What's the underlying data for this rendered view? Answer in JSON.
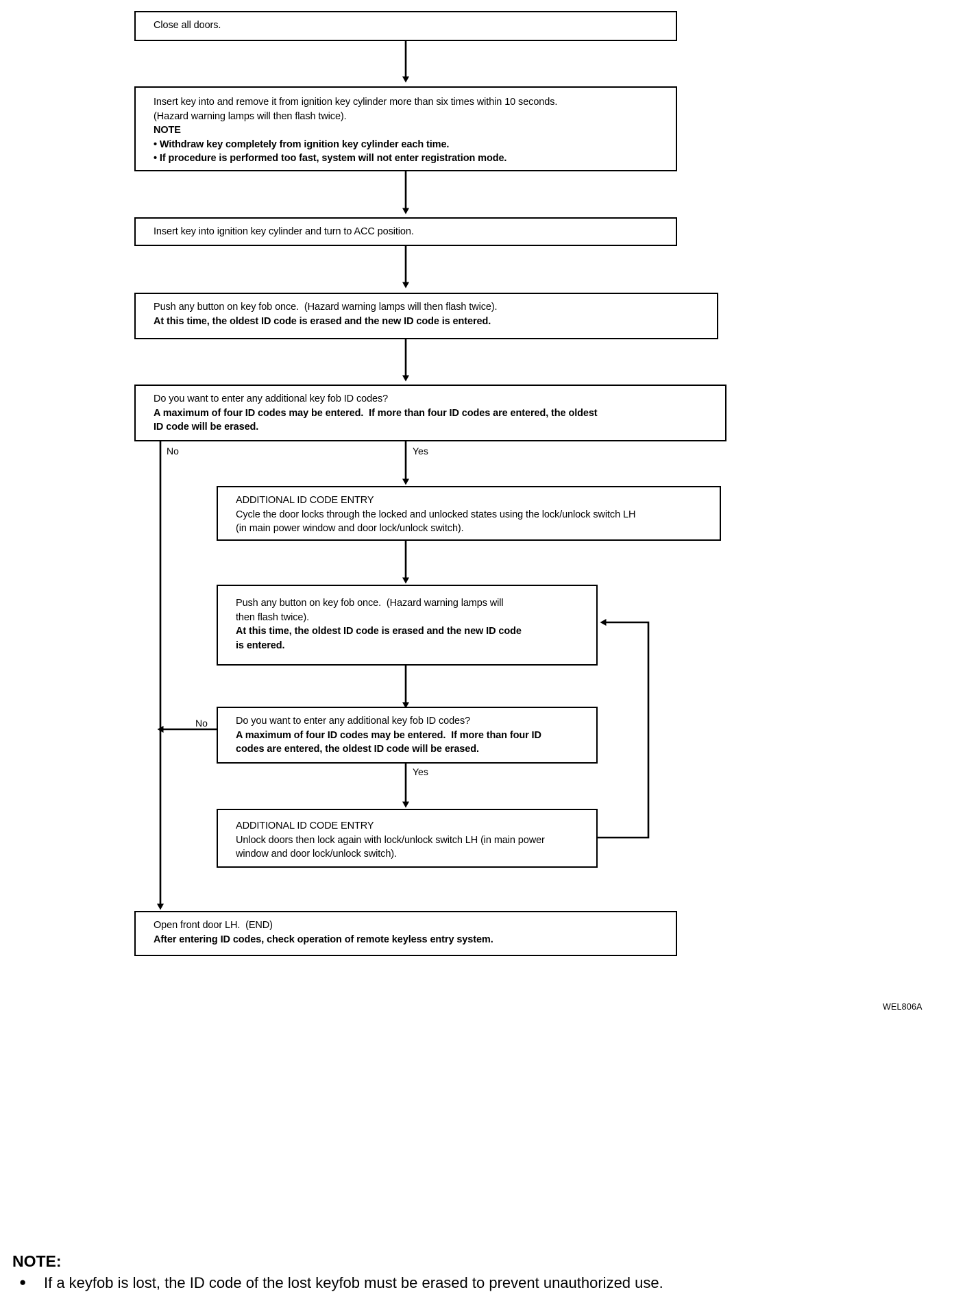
{
  "diagram": {
    "figure_code": "WEL806A",
    "nodes": [
      {
        "id": "close-doors",
        "lines": [
          {
            "text": "Close all doors.",
            "bold": false
          }
        ]
      },
      {
        "id": "insert-remove-key",
        "lines": [
          {
            "text": "Insert key into and remove it from ignition key cylinder more than six times within 10 seconds.",
            "bold": false
          },
          {
            "text": "(Hazard warning lamps will then flash twice).",
            "bold": false
          },
          {
            "text": "NOTE",
            "bold": true
          },
          {
            "text": "• Withdraw key completely from ignition key cylinder each time.",
            "bold": true
          },
          {
            "text": "• If procedure is performed too fast, system will not enter registration mode.",
            "bold": true
          }
        ]
      },
      {
        "id": "turn-acc",
        "lines": [
          {
            "text": "Insert key into ignition key cylinder and turn to ACC position.",
            "bold": false
          }
        ]
      },
      {
        "id": "push-button-1",
        "lines": [
          {
            "text": "Push any button on key fob once.  (Hazard warning lamps will then flash twice).",
            "bold": false
          },
          {
            "text": "At this time, the oldest ID code is erased and the new ID code is entered.",
            "bold": true
          }
        ]
      },
      {
        "id": "decision-1",
        "lines": [
          {
            "text": "Do you want to enter any additional key fob ID codes?",
            "bold": false
          },
          {
            "text": "A maximum of four ID codes may be entered.  If more than four ID codes are entered, the oldest",
            "bold": true
          },
          {
            "text": "ID code will be erased.",
            "bold": true
          }
        ]
      },
      {
        "id": "additional-entry-1",
        "lines": [
          {
            "text": "ADDITIONAL ID CODE ENTRY",
            "bold": false
          },
          {
            "text": "Cycle the door locks through the locked and unlocked states using the lock/unlock switch LH",
            "bold": false
          },
          {
            "text": "(in main power window and door lock/unlock switch).",
            "bold": false
          }
        ]
      },
      {
        "id": "push-button-2",
        "lines": [
          {
            "text": "Push any button on key fob once.  (Hazard warning lamps will",
            "bold": false
          },
          {
            "text": "then flash twice).",
            "bold": false
          },
          {
            "text": "At this time, the oldest ID code is erased and the new ID code",
            "bold": true
          },
          {
            "text": "is entered.",
            "bold": true
          }
        ]
      },
      {
        "id": "decision-2",
        "lines": [
          {
            "text": "Do you want to enter any additional key fob ID codes?",
            "bold": false
          },
          {
            "text": "A maximum of four ID codes may be entered.  If more than four ID",
            "bold": true
          },
          {
            "text": "codes are entered, the oldest ID code will be erased.",
            "bold": true
          }
        ]
      },
      {
        "id": "additional-entry-2",
        "lines": [
          {
            "text": "ADDITIONAL ID CODE ENTRY",
            "bold": false
          },
          {
            "text": "Unlock doors then lock again with lock/unlock switch LH (in main power",
            "bold": false
          },
          {
            "text": "window and door lock/unlock switch).",
            "bold": false
          }
        ]
      },
      {
        "id": "end-open-door",
        "lines": [
          {
            "text": "Open front door LH.  (END)",
            "bold": false
          },
          {
            "text": "After entering ID codes, check operation of remote keyless entry system.",
            "bold": true
          }
        ]
      }
    ],
    "branch_labels": [
      {
        "id": "decision-1-no",
        "text": "No"
      },
      {
        "id": "decision-1-yes",
        "text": "Yes"
      },
      {
        "id": "decision-2-no",
        "text": "No"
      },
      {
        "id": "decision-2-yes",
        "text": "Yes"
      }
    ]
  },
  "footer": {
    "title": "NOTE:",
    "bullet_glyph": "●",
    "items": [
      "If a keyfob is lost, the ID code of the lost keyfob must be erased to prevent unauthorized use."
    ]
  }
}
